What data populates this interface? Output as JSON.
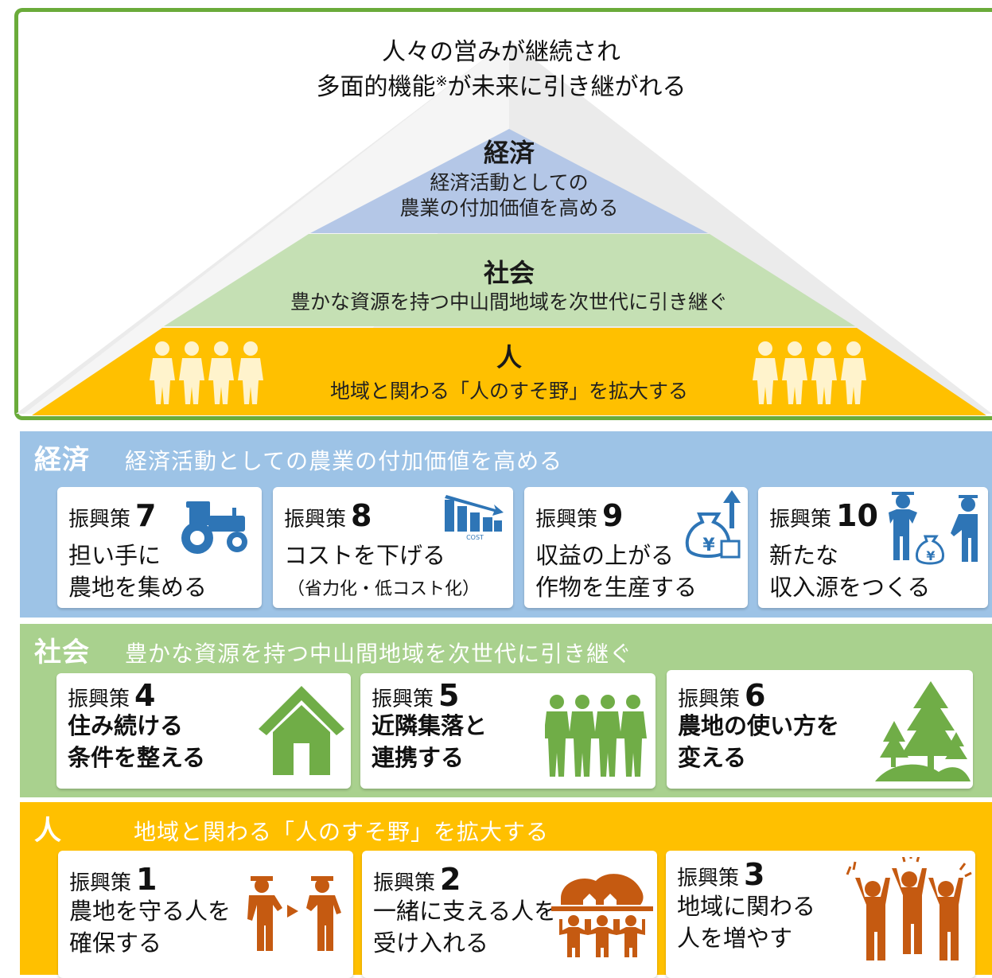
{
  "pyramid": {
    "goal_line1": "人々の営みが継続され",
    "goal_line2": "多面的機能",
    "goal_mark": "※",
    "goal_line2_rest": "が未来に引き継がれる",
    "economy": {
      "title": "経済",
      "desc1": "経済活動としての",
      "desc2": "農業の付加価値を高める"
    },
    "society": {
      "title": "社会",
      "desc": "豊かな資源を持つ中山間地域を次世代に引き継ぐ"
    },
    "people": {
      "title": "人",
      "desc": "地域と関わる「人のすそ野」を拡大する"
    }
  },
  "sections": {
    "economy": {
      "key": "経済",
      "text": "経済活動としての農業の付加価値を高める",
      "cards": [
        {
          "prefix": "振興策",
          "num": "7",
          "line1": "担い手に",
          "line2": "農地を集める",
          "icon": "tractor-icon"
        },
        {
          "prefix": "振興策",
          "num": "8",
          "line1": "コストを下げる",
          "note": "（省力化・低コスト化）",
          "icon": "cost-down-chart-icon",
          "icon_text": "COST"
        },
        {
          "prefix": "振興策",
          "num": "9",
          "line1": "収益の上がる",
          "line2": "作物を生産する",
          "icon": "money-bag-up-icon"
        },
        {
          "prefix": "振興策",
          "num": "10",
          "line1": "新たな",
          "line2": "収入源をつくる",
          "icon": "people-money-icon"
        }
      ]
    },
    "society": {
      "key": "社会",
      "text": "豊かな資源を持つ中山間地域を次世代に引き継ぐ",
      "cards": [
        {
          "prefix": "振興策",
          "num": "4",
          "line1": "住み続ける",
          "line2": "条件を整える",
          "icon": "house-icon"
        },
        {
          "prefix": "振興策",
          "num": "5",
          "line1": "近隣集落と",
          "line2": "連携する",
          "icon": "group-people-icon"
        },
        {
          "prefix": "振興策",
          "num": "6",
          "line1": "農地の使い方を",
          "line2": "変える",
          "icon": "forest-icon"
        }
      ]
    },
    "people": {
      "key": "人",
      "text": "地域と関わる「人のすそ野」を拡大する",
      "cards": [
        {
          "prefix": "振興策",
          "num": "1",
          "line1": "農地を守る人を",
          "line2": "確保する",
          "icon": "handover-people-icon"
        },
        {
          "prefix": "振興策",
          "num": "2",
          "line1": "一緒に支える人を",
          "line2": "受け入れる",
          "icon": "supporting-people-icon"
        },
        {
          "prefix": "振興策",
          "num": "3",
          "line1": "地域に関わる",
          "line2": "人を増やす",
          "icon": "cheering-people-icon"
        }
      ]
    }
  },
  "colors": {
    "frame_green": "#6aab3a",
    "economy_blue": "#9dc3e6",
    "economy_tier": "#b4c7e7",
    "society_green": "#a9d18e",
    "society_tier": "#c5e0b4",
    "people_orange": "#ffc000",
    "icon_blue": "#2e75b6",
    "icon_green": "#70ad47",
    "icon_orange": "#c55a11"
  }
}
